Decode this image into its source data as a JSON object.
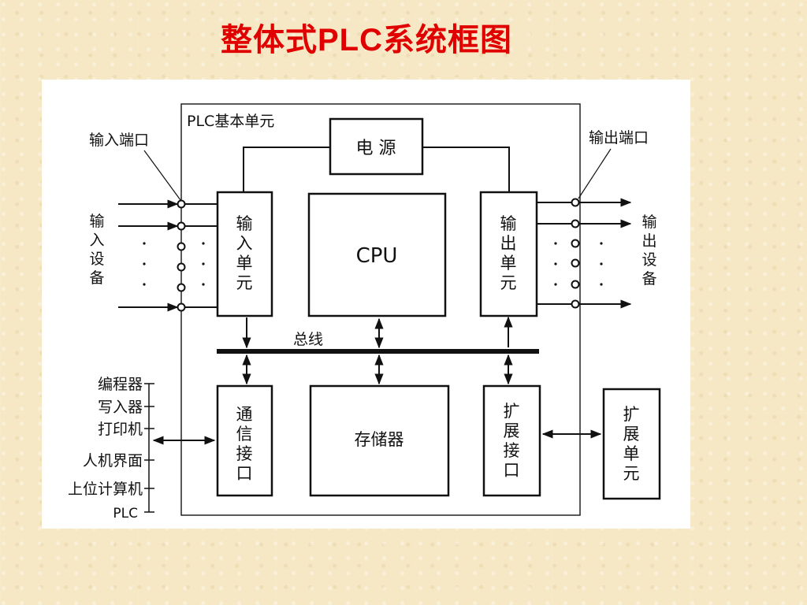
{
  "title": "整体式PLC系统框图",
  "diagram": {
    "plc_unit_label": "PLC基本单元",
    "power_supply": "电 源",
    "cpu": "CPU",
    "bus": "总线",
    "memory": "存储器",
    "input_port": "输入端口",
    "output_port": "输出端口",
    "input_device": [
      "输",
      "入",
      "设",
      "备"
    ],
    "output_device": [
      "输",
      "出",
      "设",
      "备"
    ],
    "input_unit": [
      "输",
      "入",
      "单",
      "元"
    ],
    "output_unit": [
      "输",
      "出",
      "单",
      "元"
    ],
    "comm_interface": [
      "通",
      "信",
      "接",
      "口"
    ],
    "expansion_interface": [
      "扩",
      "展",
      "接",
      "口"
    ],
    "expansion_unit": [
      "扩",
      "展",
      "单",
      "元"
    ],
    "peripherals": [
      "编程器",
      "写入器",
      "打印机",
      "人机界面",
      "上位计算机",
      "PLC"
    ]
  }
}
